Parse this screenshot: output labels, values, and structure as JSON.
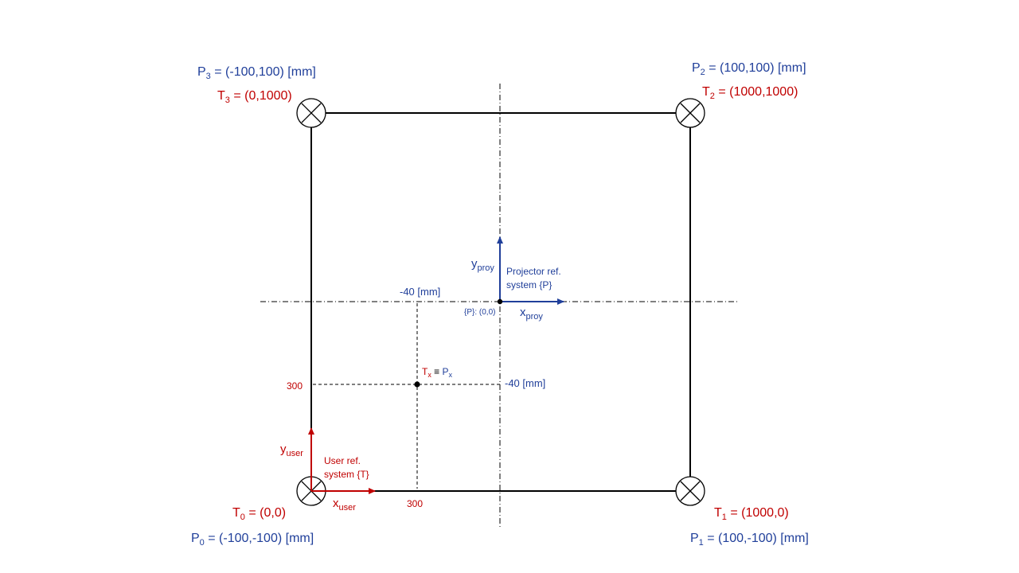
{
  "colors": {
    "red": "#C00000",
    "blue": "#203F9A",
    "black": "#000000"
  },
  "corners": {
    "p3": {
      "main": "P",
      "sub": "3",
      "rest": " = (-100,100) [mm]"
    },
    "t3": {
      "main": "T",
      "sub": "3",
      "rest": " = (0,1000)"
    },
    "p2": {
      "main": "P",
      "sub": "2",
      "rest": " = (100,100) [mm]"
    },
    "t2": {
      "main": "T",
      "sub": "2",
      "rest": " = (1000,1000)"
    },
    "t0": {
      "main": "T",
      "sub": "0",
      "rest": " = (0,0)"
    },
    "p0": {
      "main": "P",
      "sub": "0",
      "rest": " = (-100,-100) [mm]"
    },
    "t1": {
      "main": "T",
      "sub": "1",
      "rest": " = (1000,0)"
    },
    "p1": {
      "main": "P",
      "sub": "1",
      "rest": " = (100,-100) [mm]"
    }
  },
  "projector": {
    "y_main": "y",
    "y_sub": "proy",
    "x_main": "x",
    "x_sub": "proy",
    "label_line1": "Projector ref.",
    "label_line2": "system {P}",
    "origin": "{P}: (0,0)"
  },
  "user": {
    "y_main": "y",
    "y_sub": "user",
    "x_main": "x",
    "x_sub": "user",
    "label_line1": "User ref.",
    "label_line2": "system {T}"
  },
  "point": {
    "t_main": "T",
    "t_sub": "x",
    "equiv": " ≡ ",
    "p_main": "P",
    "p_sub": "x"
  },
  "measurements": {
    "x_mm": "-40 [mm]",
    "y_mm": "-40 [mm]",
    "x_user": "300",
    "y_user": "300"
  }
}
